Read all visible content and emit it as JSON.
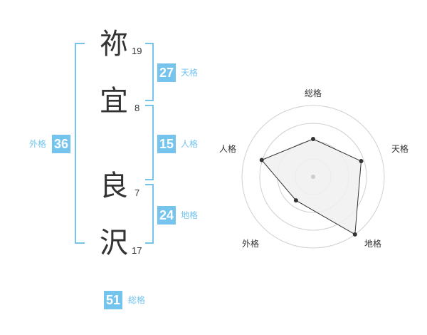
{
  "name": {
    "chars": [
      {
        "char": "祢",
        "strokes": "19"
      },
      {
        "char": "宜",
        "strokes": "8"
      },
      {
        "char": "良",
        "strokes": "7"
      },
      {
        "char": "沢",
        "strokes": "17"
      }
    ]
  },
  "kaku": {
    "tenkaku": {
      "value": "27",
      "label": "天格"
    },
    "jinkaku": {
      "value": "15",
      "label": "人格"
    },
    "chikaku": {
      "value": "24",
      "label": "地格"
    },
    "gaikaku": {
      "value": "36",
      "label": "外格"
    },
    "soukaku": {
      "value": "51",
      "label": "総格"
    }
  },
  "colors": {
    "accent": "#74c4ee",
    "text": "#333333",
    "radar_fill": "#f0f0f0"
  },
  "chart_data": {
    "type": "radar",
    "axes": [
      "総格",
      "天格",
      "地格",
      "外格",
      "人格"
    ],
    "values": [
      0.53,
      0.71,
      1.0,
      0.41,
      0.76
    ],
    "rings": 4
  }
}
